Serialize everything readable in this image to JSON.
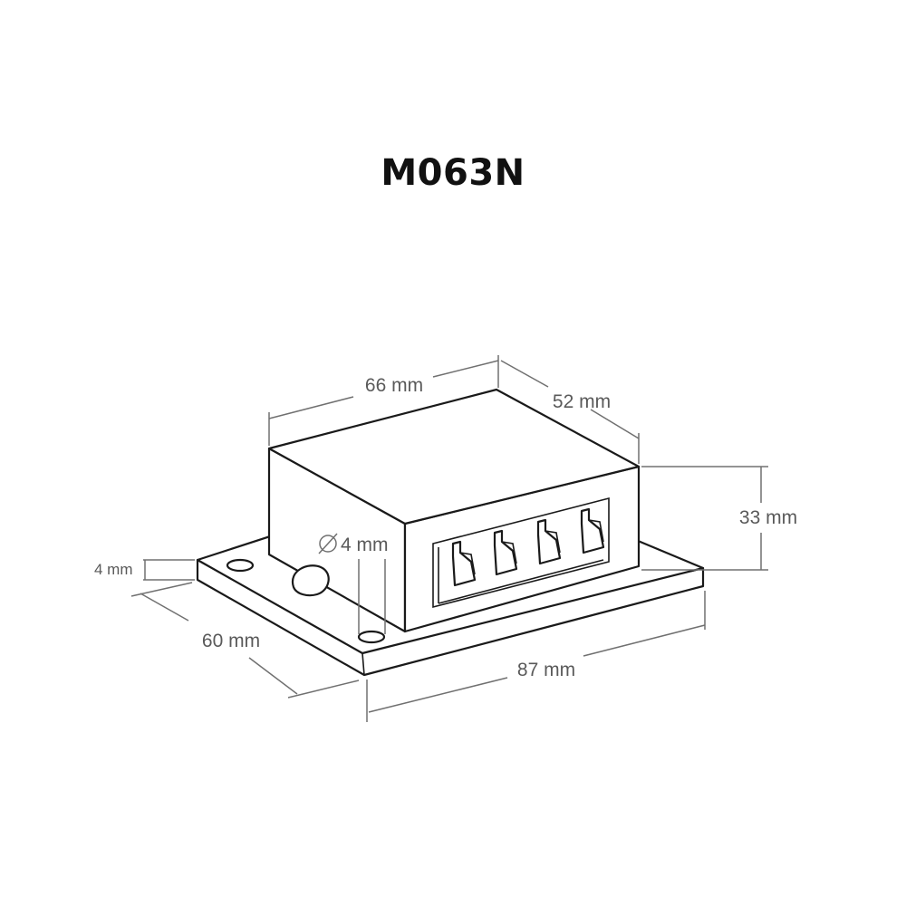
{
  "title": "M063N",
  "dimensions": {
    "top_length": "66 mm",
    "top_depth": "52 mm",
    "height": "33 mm",
    "hole_diameter": "4 mm",
    "plate_thickness": "4 mm",
    "base_depth": "60 mm",
    "base_length": "87 mm"
  },
  "colors": {
    "line": "#1a1a1a",
    "dimension": "#707070",
    "text": "#5a5a5a"
  }
}
